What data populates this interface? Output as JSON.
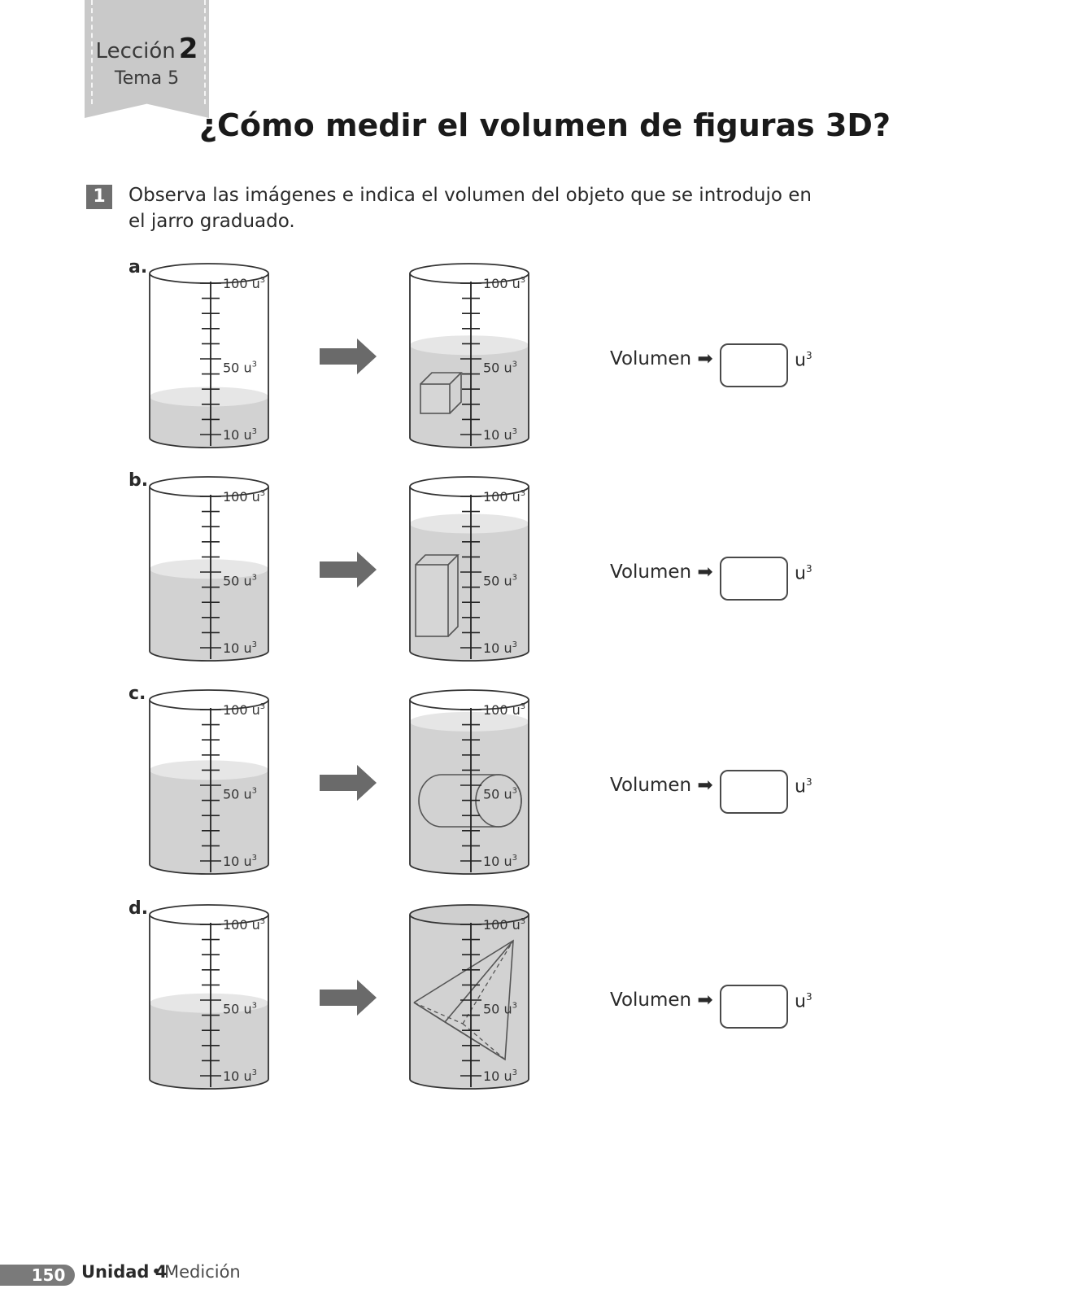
{
  "header": {
    "lesson_word": "Lección",
    "lesson_number": "2",
    "topic": "Tema 5"
  },
  "title": "¿Cómo medir el volumen de figuras 3D?",
  "exercise": {
    "number": "1",
    "instruction": "Observa las imágenes e indica el volumen del objeto que se introdujo en el jarro graduado."
  },
  "scale_labels": {
    "top": "100 u",
    "mid": "50 u",
    "bottom": "10 u",
    "exp": "3"
  },
  "items": [
    {
      "letter": "a.",
      "level_before": 0.25,
      "level_after": 0.59,
      "object": "cube",
      "volume_label": "Volumen",
      "unit": "u",
      "unit_exp": "3"
    },
    {
      "letter": "b.",
      "level_before": 0.52,
      "level_after": 0.82,
      "object": "rectangular-prism",
      "volume_label": "Volumen",
      "unit": "u",
      "unit_exp": "3"
    },
    {
      "letter": "c.",
      "level_before": 0.6,
      "level_after": 0.92,
      "object": "cylinder",
      "volume_label": "Volumen",
      "unit": "u",
      "unit_exp": "3"
    },
    {
      "letter": "d.",
      "level_before": 0.48,
      "level_after": 1.0,
      "object": "pyramid",
      "volume_label": "Volumen",
      "unit": "u",
      "unit_exp": "3"
    }
  ],
  "footer": {
    "page_number": "150",
    "unit": "Unidad 4",
    "separator": "•",
    "topic": "Medición"
  },
  "colors": {
    "water": "#d2d2d2",
    "water_surface": "#e6e6e6",
    "badge": "#6e6e6e",
    "arrow": "#6a6a6a",
    "ribbon": "#c9c9c9"
  }
}
